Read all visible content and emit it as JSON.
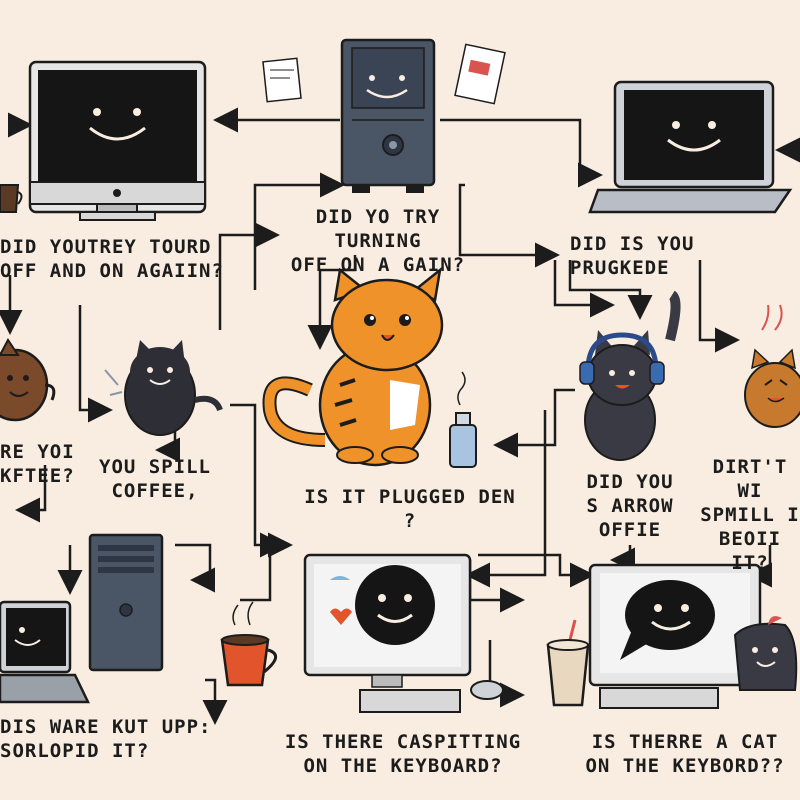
{
  "nodes": {
    "top_center": "DID YO TRY TURNING\nOFF ON A GAIN?",
    "top_left": "DID YOUTREY TOURD\nOFF AND ON AGAIIN?",
    "top_right": "DID IS YOU PRUGKEDE",
    "cat_center": "IS IT PLUGGED DEN ?",
    "coffee_left": "RE YOI\nKFTEE?",
    "spill": "YOU SPILL\nCOFFEE,",
    "headphone_cat": "DID YOU\nS ARROW\nOFFIE",
    "right_cat": "DIRT'T WI\nSPMILL I\nBEOII\nIT?",
    "bottom_left": "DIS WARE KUT UPP:\nSORLOPID IT?",
    "bottom_center": "IS THERE CASPITTING\nON THE KEYBOARD?",
    "bottom_right": "IS THERRE A CAT\nON THE KEYBORD??"
  },
  "icons": {
    "monitor_tl": "smiley-monitor-icon",
    "tower_top": "computer-tower-icon",
    "laptop_tr": "laptop-icon",
    "cat_orange": "orange-cat-icon",
    "cat_headphones": "headphone-cat-icon",
    "cat_black": "black-cat-icon",
    "cat_brown_left": "brown-cat-icon",
    "cat_brown_right": "angry-cat-icon",
    "coffee_mug": "coffee-mug-icon",
    "bottle": "water-bottle-icon",
    "laptop_bl": "laptop-icon",
    "tower_bottom": "computer-tower-icon",
    "monitor_bc": "smiley-monitor-icon",
    "monitor_br": "chat-monitor-icon",
    "cup": "coffee-cup-icon",
    "cat_bottom_right": "black-cat-icon"
  },
  "colors": {
    "background": "#f8ede0",
    "line": "#1c1c1c",
    "screen": "#151515",
    "orange_cat": "#f0922a",
    "tower": "#4a5566",
    "mug": "#e2542c"
  }
}
